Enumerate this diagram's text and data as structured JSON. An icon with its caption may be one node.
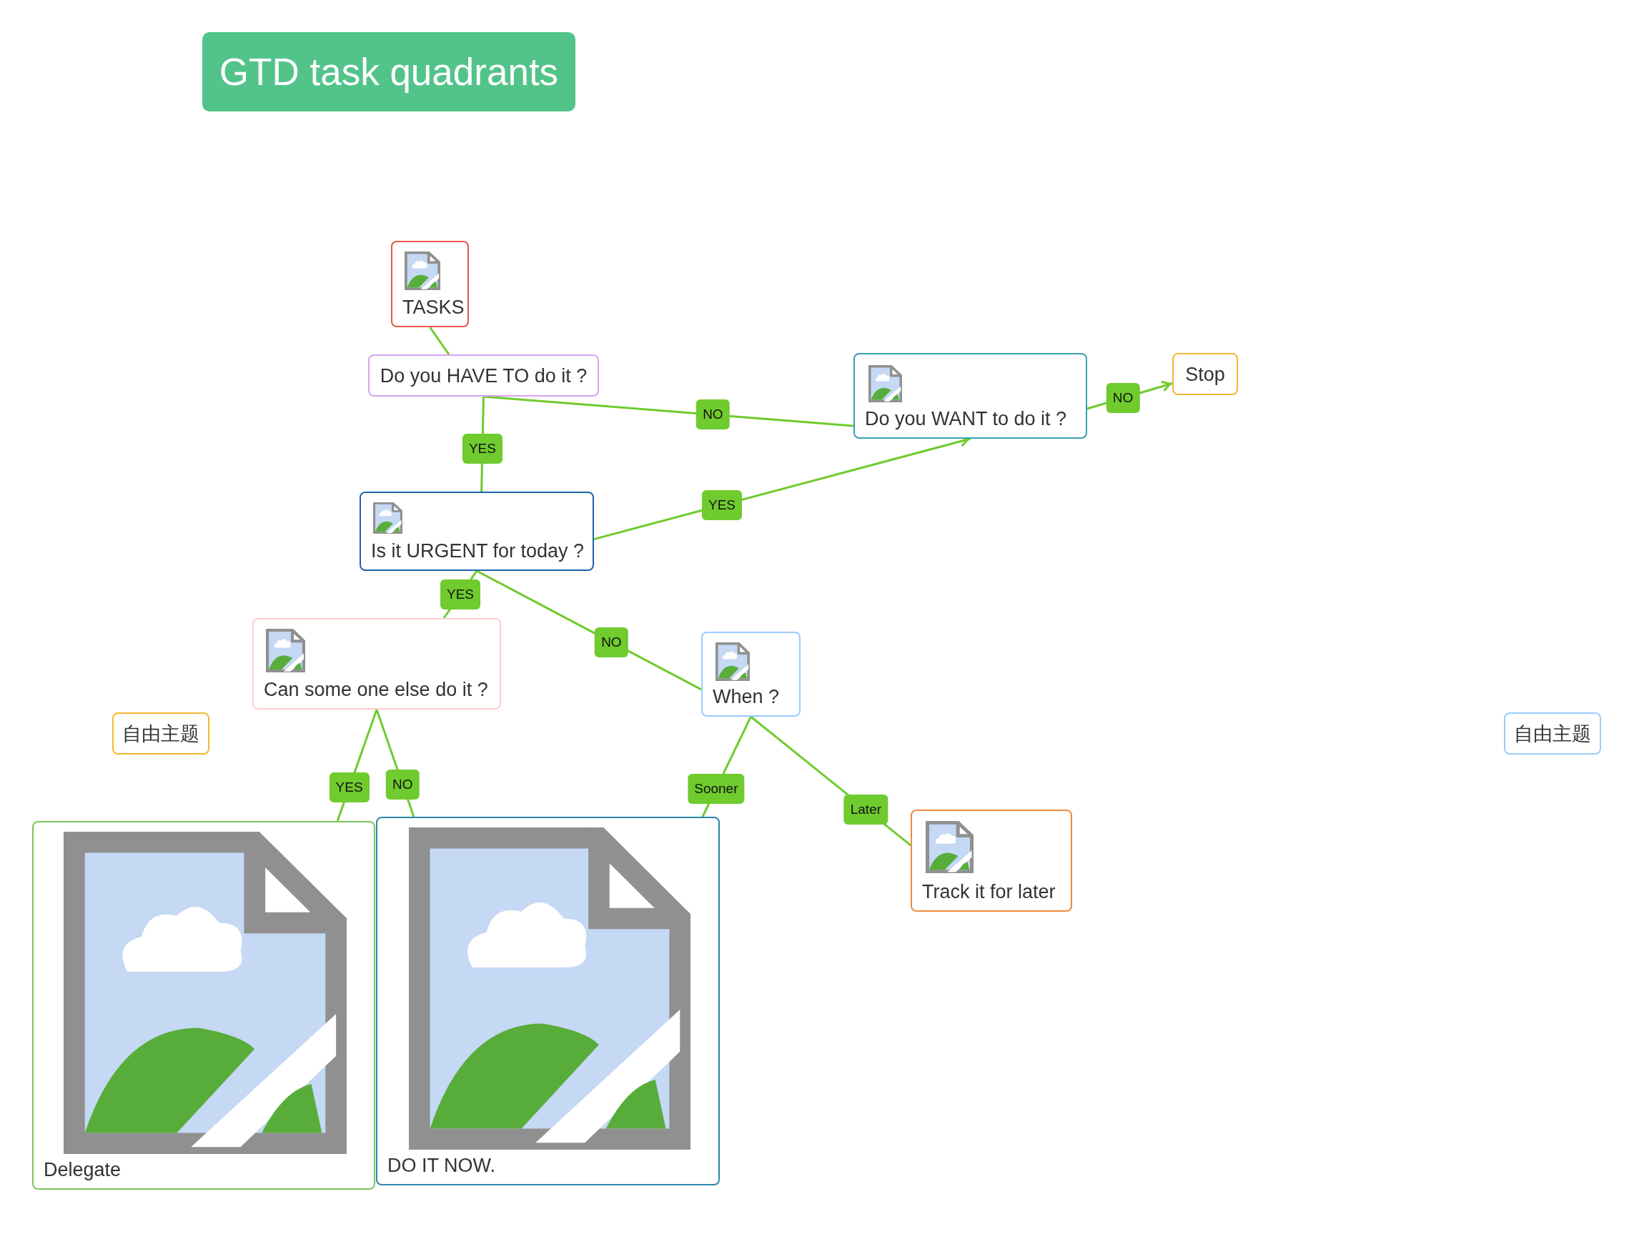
{
  "diagram": {
    "title": "GTD task quadrants",
    "nodes": [
      {
        "text": [
          "TASKS"
        ]
      },
      {
        "text": [
          "Do you HAVE TO do it ?"
        ]
      },
      {
        "text": [
          "Do you WANT to do it ?"
        ]
      },
      {
        "text": [
          "Stop"
        ]
      },
      {
        "text": [
          "Is it URGENT for today ?"
        ]
      },
      {
        "text": [
          "Can some one else do it ?"
        ]
      },
      {
        "text": [
          "When ?"
        ]
      },
      {
        "text": [
          "自由主题"
        ]
      },
      {
        "text": [
          "自由主题"
        ]
      },
      {
        "text": [
          "Delegate"
        ]
      },
      {
        "text": [
          "DO IT NOW."
        ]
      },
      {
        "text": [
          "Track it for later"
        ]
      }
    ],
    "edges": [
      {
        "from": 0,
        "to": 1,
        "arrow": "none"
      },
      {
        "from": 1,
        "to": 2,
        "arrow": "none",
        "label": "NO"
      },
      {
        "from": 1,
        "to": 4,
        "arrow": "none",
        "label": "YES"
      },
      {
        "from": 4,
        "to": 2,
        "arrow": "to",
        "label": "YES"
      },
      {
        "from": 2,
        "to": 3,
        "arrow": "to",
        "label": "NO"
      },
      {
        "from": 4,
        "to": 5,
        "arrow": "none",
        "label": "YES"
      },
      {
        "from": 4,
        "to": 6,
        "arrow": "none",
        "label": "NO"
      },
      {
        "from": 5,
        "to": 9,
        "arrow": "none",
        "label": "YES"
      },
      {
        "from": 5,
        "to": 10,
        "arrow": "none",
        "label": "NO"
      },
      {
        "from": 6,
        "to": 10,
        "arrow": "none",
        "label": "Sooner"
      },
      {
        "from": 6,
        "to": 11,
        "arrow": "none",
        "label": "Later"
      }
    ]
  }
}
